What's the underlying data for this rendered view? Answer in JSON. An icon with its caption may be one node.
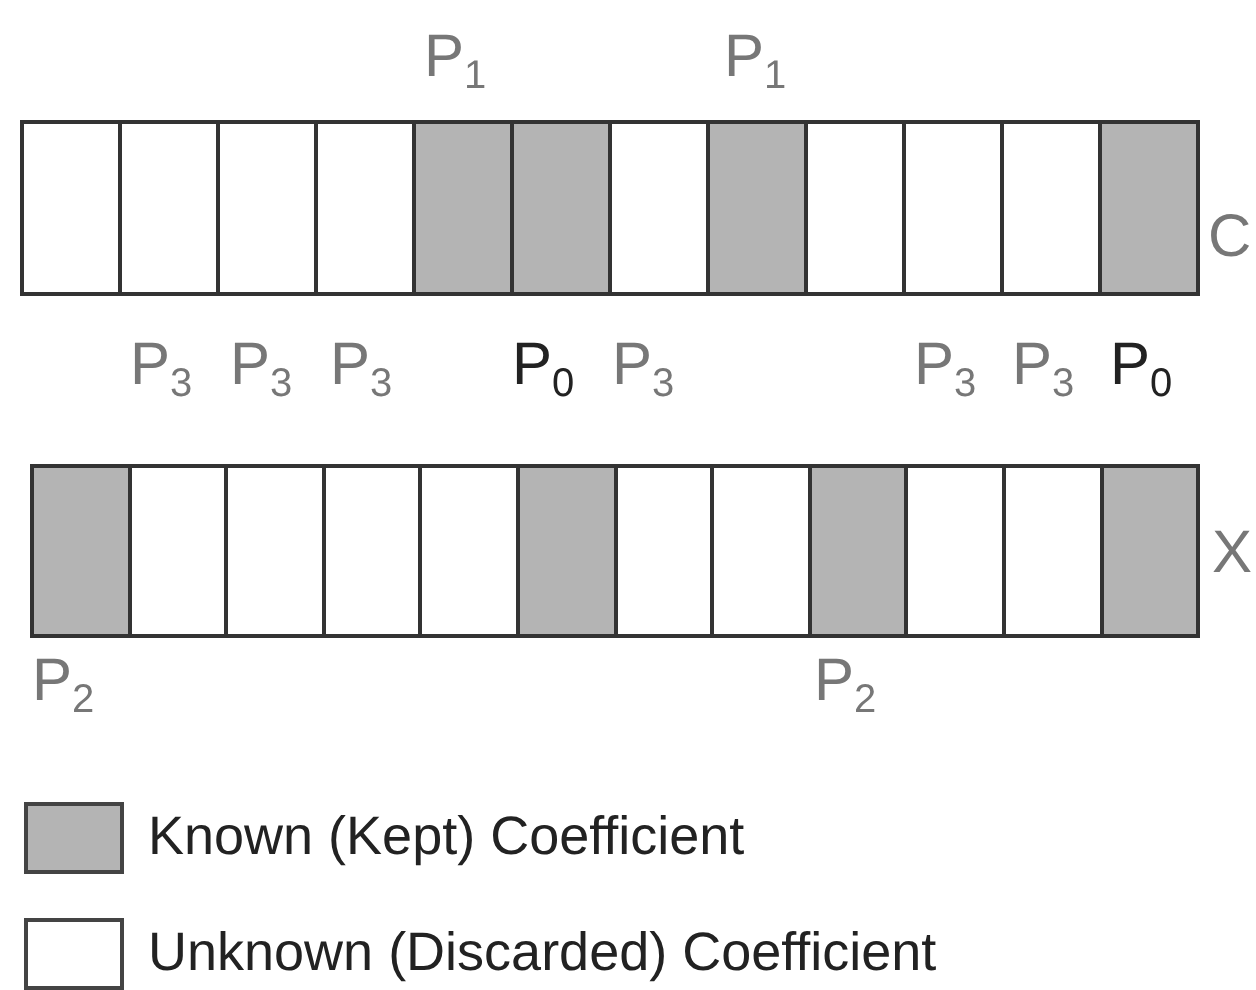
{
  "diagram": {
    "labels": [
      "P$_{1}$",
      "P$_{1}$",
      "C",
      "P$_{3}$",
      "P$_{3}$",
      "P$_{3}$",
      "P$_{0}$",
      "P$_{3}$",
      "P$_{3}$",
      "P$_{3}$",
      "P$_{0}$",
      "X",
      "P$_{2}$",
      "P$_{2}$"
    ],
    "legend": [
      {
        "text": "Known (Kept) Coefficient",
        "color": "#b4b4b4"
      },
      {
        "text": "Unknown (Discarded) Coefficient",
        "color": "#ffffff"
      }
    ]
  }
}
